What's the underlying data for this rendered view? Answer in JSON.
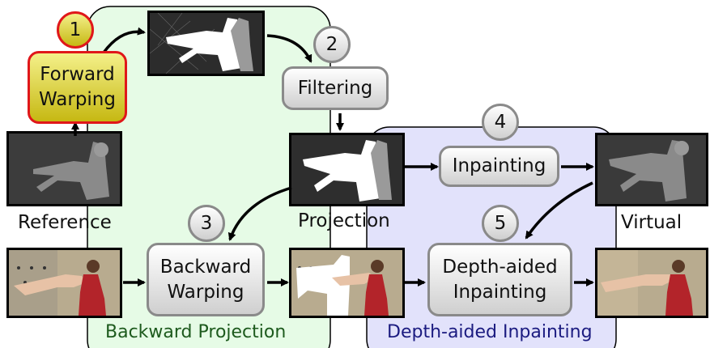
{
  "steps": {
    "forward_warping": {
      "num": "1",
      "label_line1": "Forward",
      "label_line2": "Warping"
    },
    "filtering": {
      "num": "2",
      "label": "Filtering"
    },
    "backward_warping": {
      "num": "3",
      "label_line1": "Backward",
      "label_line2": "Warping"
    },
    "inpainting": {
      "num": "4",
      "label": "Inpainting"
    },
    "depth_aided_inpainting": {
      "num": "5",
      "label_line1": "Depth-aided",
      "label_line2": "Inpainting"
    }
  },
  "labels": {
    "reference": "Reference",
    "projection": "Projection",
    "virtual": "Virtual"
  },
  "regions": {
    "backward_projection": {
      "label": "Backward Projection",
      "color": "#e6fbe6",
      "text_color": "#1d5a1d"
    },
    "depth_aided_inpainting": {
      "label": "Depth-aided Inpainting",
      "color": "#e2e2fb",
      "text_color": "#1b1b80"
    }
  },
  "colors": {
    "highlight_border": "#e0171a",
    "highlight_fill": "#d8cf2e",
    "box_border": "#8a8a8a"
  }
}
